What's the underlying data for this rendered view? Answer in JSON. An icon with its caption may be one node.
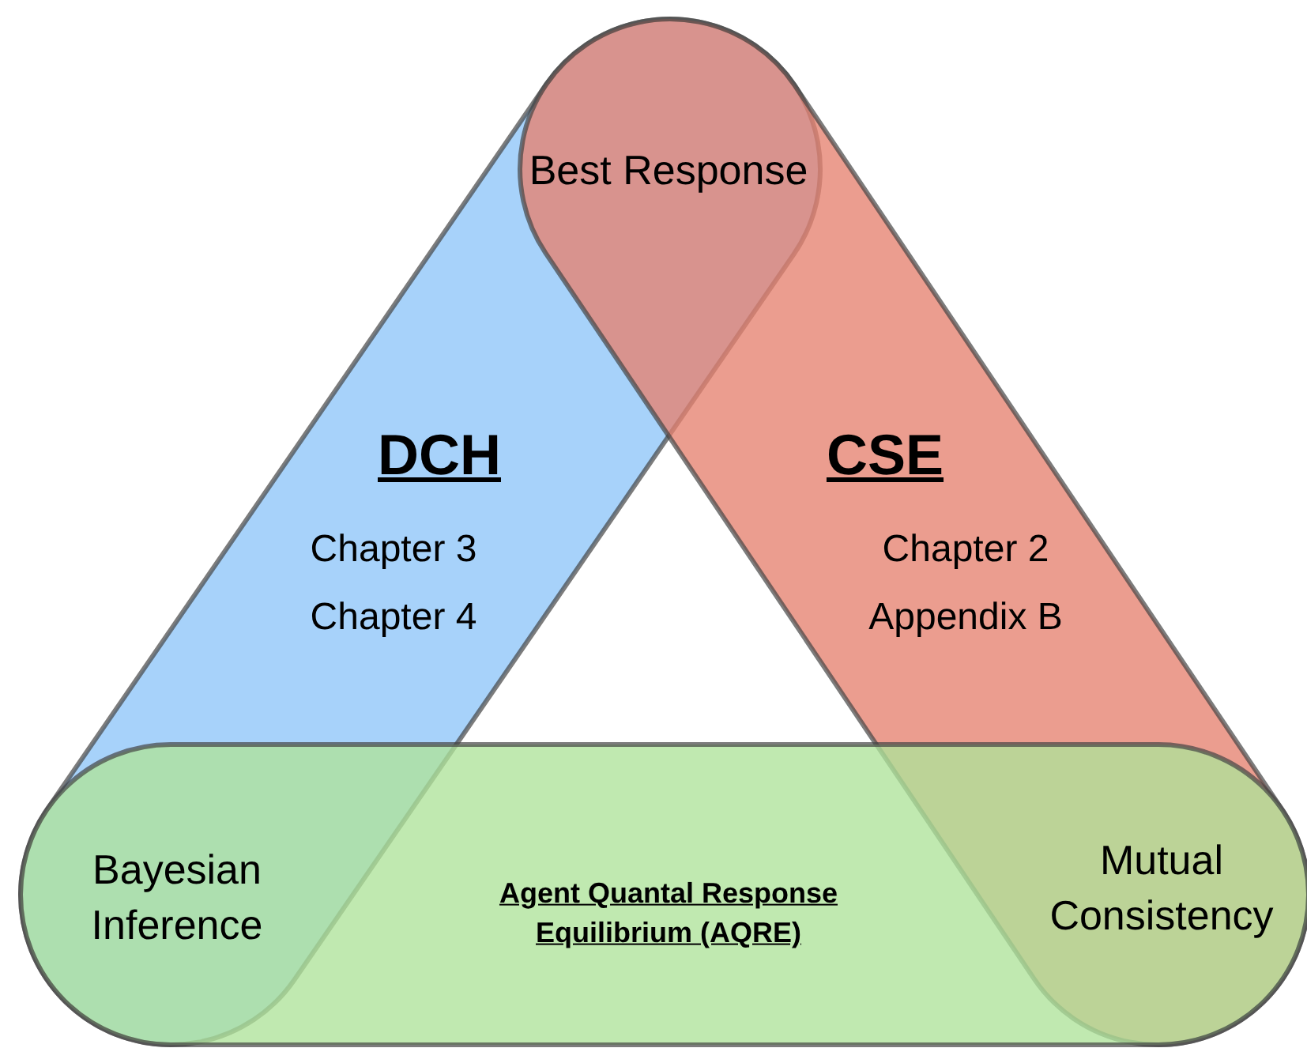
{
  "diagram": {
    "nodes": [
      {
        "text": [
          "DCH",
          "Chapter 3",
          "Chapter 4"
        ]
      },
      {
        "text": [
          "CSE",
          "Chapter 2",
          "Appendix B"
        ]
      },
      {
        "text": [
          "Agent Quantal Response Equilibrium (AQRE)"
        ]
      }
    ],
    "labels": [
      "Best Response",
      "Bayesian Inference",
      "Mutual Consistency"
    ]
  }
}
